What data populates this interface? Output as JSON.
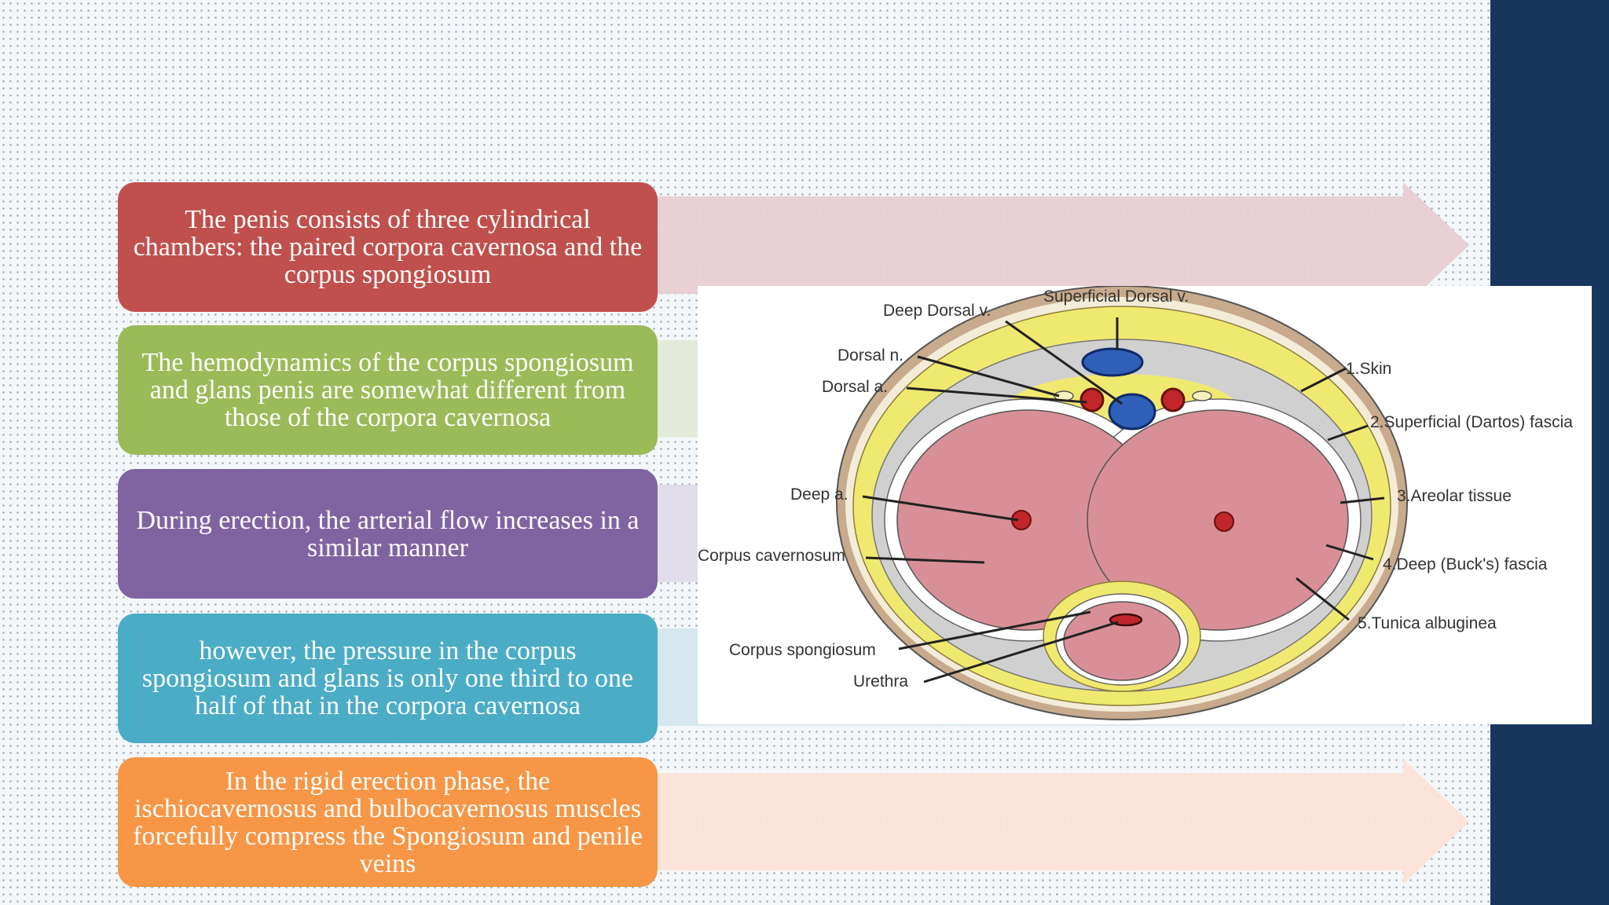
{
  "colors": {
    "row1": "#c0504d",
    "row2": "#9bbb59",
    "row3": "#8064a2",
    "row4": "#4bacc6",
    "row5": "#f79646",
    "side_bar": "#17365d"
  },
  "boxes": [
    {
      "text": "The penis consists of three cylindrical chambers: the paired corpora cavernosa and the corpus spongiosum"
    },
    {
      "text": "The hemodynamics of the corpus spongiosum and glans penis are somewhat different from those of the corpora cavernosa"
    },
    {
      "text": "During erection, the arterial flow increases in a similar manner"
    },
    {
      "text": "however, the pressure in the corpus spongiosum and glans is only one third to one half of that in the corpora cavernosa"
    },
    {
      "text": "In the rigid erection phase, the ischiocavernosus and bulbocavernosus muscles forcefully compress the Spongiosum and penile veins"
    }
  ],
  "diagram": {
    "labels": {
      "superficial_dorsal_v": "Superficial Dorsal v.",
      "deep_dorsal_v": "Deep Dorsal v.",
      "dorsal_n": "Dorsal n.",
      "dorsal_a": "Dorsal a.",
      "deep_a": "Deep a.",
      "corpus_cavernosum": "Corpus cavernosum",
      "corpus_spongiosum": "Corpus spongiosum",
      "urethra": "Urethra",
      "skin": "1.Skin",
      "superficial_fascia": "2.Superficial (Dartos) fascia",
      "areolar_tissue": "3.Areolar tissue",
      "deep_fascia": "4.Deep (Buck's) fascia",
      "tunica_albuginea": "5.Tunica albuginea"
    }
  }
}
